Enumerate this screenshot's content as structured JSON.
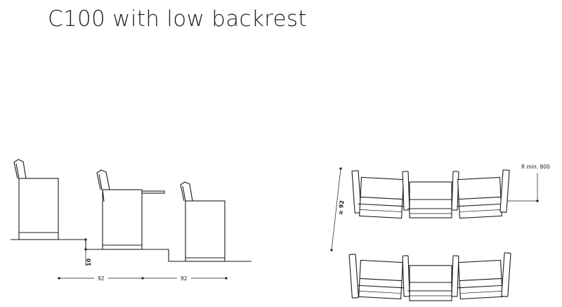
{
  "title": "C100 with low backrest",
  "dimensions": {
    "step_height": "10",
    "row_spacing_1": "92",
    "row_spacing_2": "92",
    "curved_row_spacing": "≥ 92",
    "radius_min": "R min. 800"
  },
  "colors": {
    "line": "#1a1a1a",
    "background": "#ffffff"
  }
}
